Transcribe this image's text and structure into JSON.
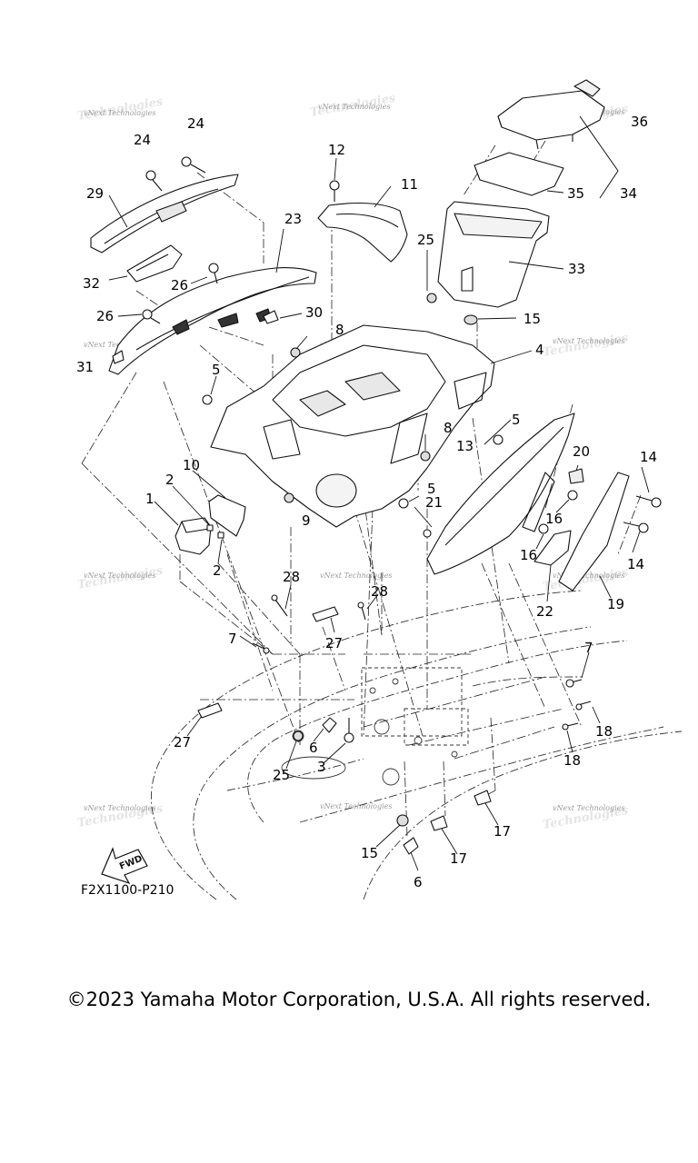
{
  "diagram": {
    "reference_code": "F2X1100-P210",
    "fwd_label": "FWD",
    "watermark": "vNext Technologies",
    "callouts": [
      "1",
      "2",
      "2",
      "3",
      "4",
      "5",
      "5",
      "5",
      "6",
      "6",
      "7",
      "7",
      "8",
      "8",
      "9",
      "10",
      "11",
      "12",
      "13",
      "14",
      "14",
      "15",
      "15",
      "16",
      "16",
      "17",
      "17",
      "18",
      "18",
      "19",
      "20",
      "21",
      "22",
      "23",
      "24",
      "24",
      "25",
      "25",
      "26",
      "26",
      "27",
      "27",
      "28",
      "28",
      "29",
      "30",
      "31",
      "32",
      "33",
      "34",
      "35",
      "36"
    ]
  },
  "footer": {
    "copyright": "©2023 Yamaha Motor Corporation, U.S.A. All rights reserved."
  }
}
